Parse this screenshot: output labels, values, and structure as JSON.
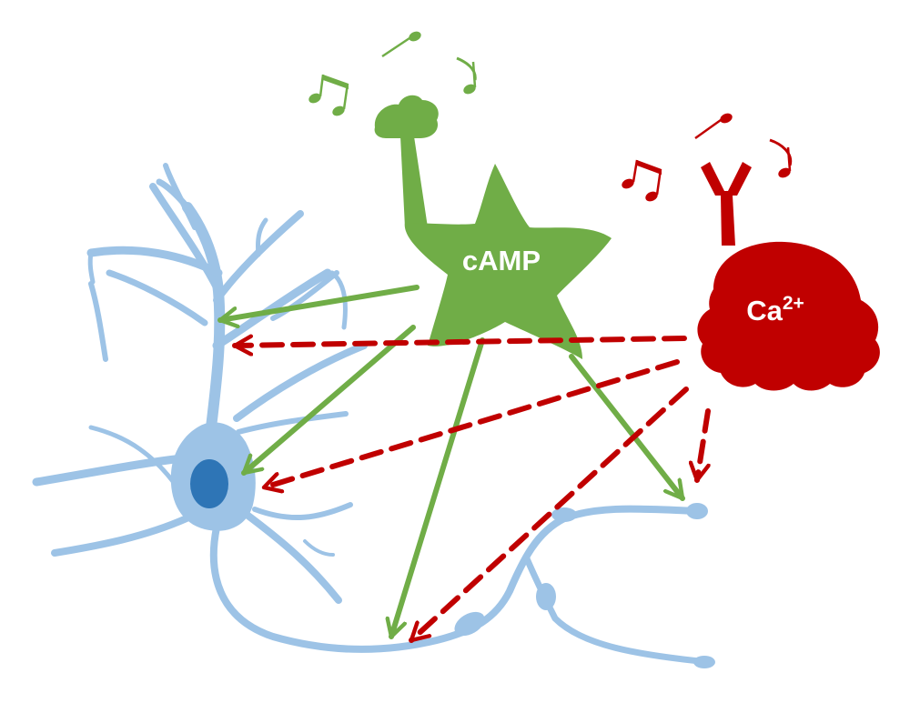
{
  "labels": {
    "camp": "cAMP",
    "ca_base": "Ca",
    "ca_sup": "2+"
  },
  "colors": {
    "neuron": "#9dc3e6",
    "nucleus": "#2e75b6",
    "camp": "#70ad47",
    "calcium": "#c00000",
    "background": "#ffffff"
  },
  "icons": {
    "green_notes": [
      "beamed-eighth-notes",
      "eighth-note",
      "eighth-note"
    ],
    "red_notes": [
      "beamed-eighth-notes",
      "eighth-note",
      "eighth-note"
    ],
    "green_receptor": "mushroom-receptor",
    "red_receptor": "y-receptor"
  }
}
